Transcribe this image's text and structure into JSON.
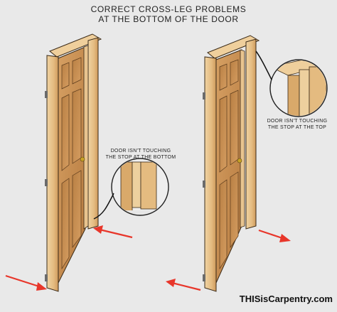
{
  "title_line1": "Correct Cross-Leg Problems",
  "title_line2": "at the Bottom of the Door",
  "left_callout_line1": "Door isn't touching",
  "left_callout_line2": "the stop at the bottom",
  "right_callout_line1": "Door isn't touching",
  "right_callout_line2": "the stop at the top",
  "brand": "THISisCarpentry.com",
  "colors": {
    "background": "#e9e9e9",
    "wood_light": "#e9c58f",
    "wood_mid": "#d9a96a",
    "wood_dark": "#b98243",
    "door_face": "#c98d52",
    "arrow": "#e8362a",
    "outline": "#3a2a18"
  }
}
